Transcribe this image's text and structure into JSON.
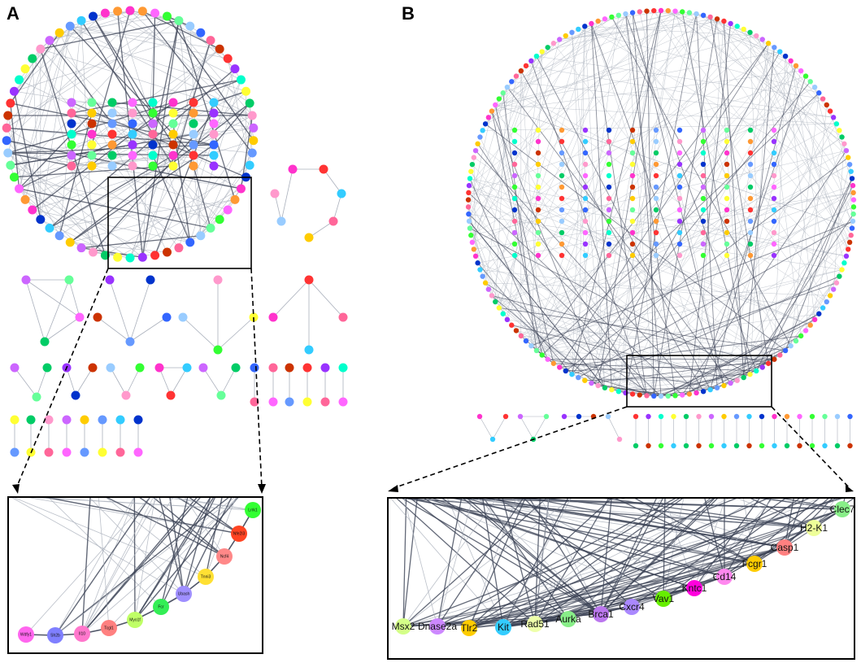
{
  "figure": {
    "panel_a_letter": "A",
    "panel_b_letter": "B"
  },
  "palette": [
    "#ff33cc",
    "#33ff33",
    "#3366ff",
    "#ff3333",
    "#ffff33",
    "#cc66ff",
    "#33ccff",
    "#ff9933",
    "#66ff99",
    "#ff6699",
    "#9933ff",
    "#00cc66",
    "#ffcc00",
    "#0033cc",
    "#ff66ff",
    "#99ccff",
    "#cc3300",
    "#00ffcc",
    "#ff99cc",
    "#6699ff"
  ],
  "edge_colors": {
    "dark": "#3c4356",
    "light": "#aab0bc"
  },
  "panel_a_zoom": {
    "nodes": [
      {
        "label": "Wdfy1",
        "color": "#ff66ee"
      },
      {
        "label": "Sh2b",
        "color": "#7f7fff"
      },
      {
        "label": "Il10",
        "color": "#ff77cc"
      },
      {
        "label": "Tcgl1",
        "color": "#ff8080"
      },
      {
        "label": "Myo1f",
        "color": "#bfff66"
      },
      {
        "label": "Fcr",
        "color": "#33ee55"
      },
      {
        "label": "Ubash",
        "color": "#9f8fff"
      },
      {
        "label": "Tnni3",
        "color": "#ffe033"
      },
      {
        "label": "Ncf4",
        "color": "#ff8888"
      },
      {
        "label": "Nfe2l3",
        "color": "#ff4422"
      },
      {
        "label": "Lrrk1",
        "color": "#33ff33"
      }
    ]
  },
  "panel_b_zoom": {
    "nodes": [
      {
        "label": "Msx2",
        "color": "#d4ff88"
      },
      {
        "label": "Dnase2a",
        "color": "#cc88ff"
      },
      {
        "label": "Tlr2",
        "color": "#ffcc00"
      },
      {
        "label": "Kit",
        "color": "#33ccff"
      },
      {
        "label": "Rad51",
        "color": "#eeffaa"
      },
      {
        "label": "Aurka",
        "color": "#88ee88"
      },
      {
        "label": "Brca1",
        "color": "#bb77ee"
      },
      {
        "label": "Cxcr4",
        "color": "#aa88ff"
      },
      {
        "label": "Vav1",
        "color": "#66ee00"
      },
      {
        "label": "Kntc1",
        "color": "#ff00dd"
      },
      {
        "label": "Cd14",
        "color": "#ff88ee"
      },
      {
        "label": "Fcgr1",
        "color": "#ffcc00"
      },
      {
        "label": "Casp1",
        "color": "#ff8080"
      },
      {
        "label": "H2-K1",
        "color": "#eeff99"
      },
      {
        "label": "Clec7",
        "color": "#88ee88"
      }
    ]
  }
}
